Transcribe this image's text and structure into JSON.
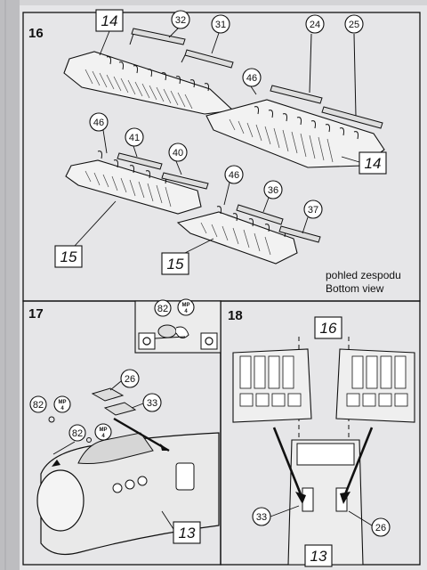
{
  "steps": {
    "s16": "16",
    "s17": "17",
    "s18": "18"
  },
  "step16": {
    "callouts": {
      "c32": "32",
      "c31": "31",
      "c24": "24",
      "c25": "25",
      "c46a": "46",
      "c46b": "46",
      "c41": "41",
      "c40": "40",
      "c46c": "46",
      "c36": "36",
      "c37": "37"
    },
    "boxes": {
      "b14a": "14",
      "b14b": "14",
      "b15a": "15",
      "b15b": "15"
    },
    "view_note": {
      "line1": "pohled zespodu",
      "line2": "Bottom view"
    }
  },
  "step17": {
    "callouts": {
      "c82a": "82",
      "c26": "26",
      "c33": "33",
      "c82b": "82",
      "c82c": "82"
    },
    "mp": {
      "line1": "MP",
      "line2": "4"
    },
    "boxes": {
      "b13": "13"
    }
  },
  "step18": {
    "callouts": {
      "c33": "33",
      "c26": "26"
    },
    "boxes": {
      "b16": "16",
      "b13": "13"
    }
  }
}
